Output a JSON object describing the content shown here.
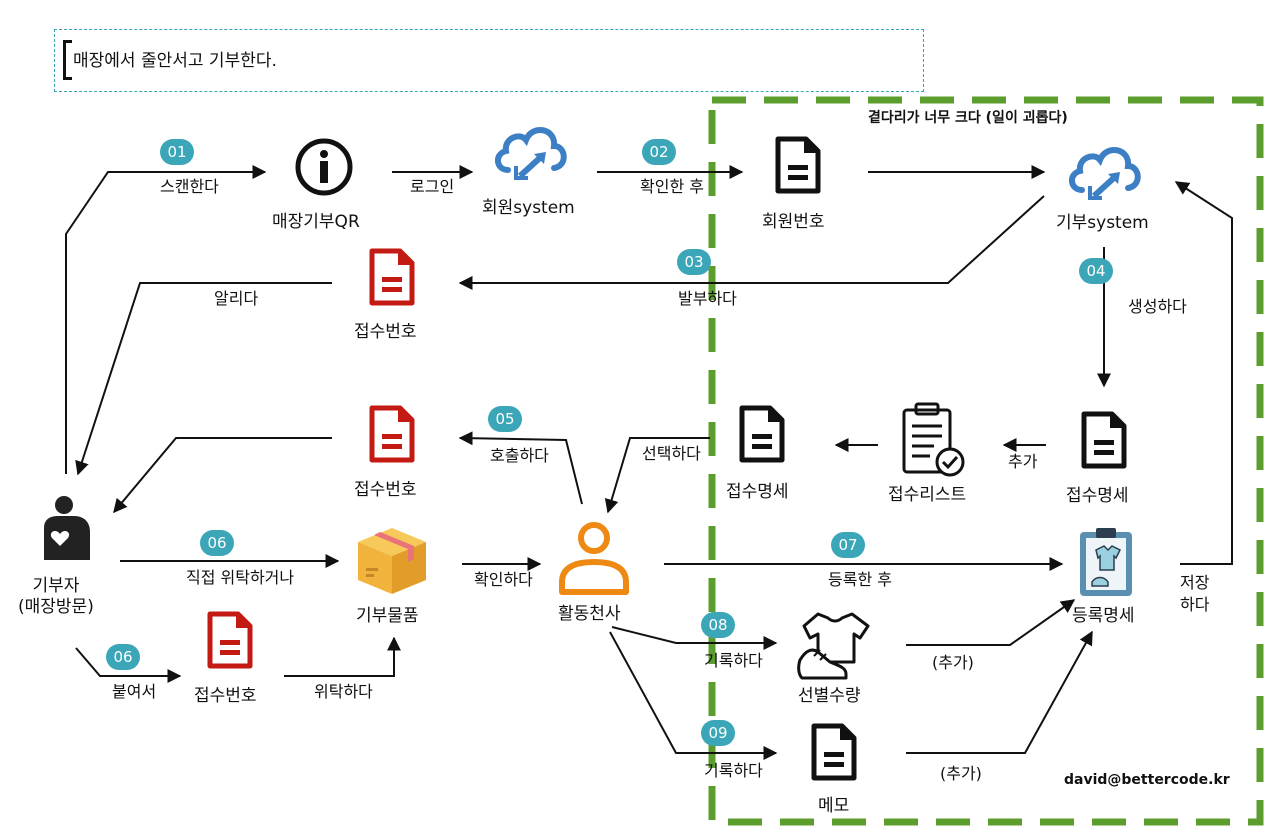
{
  "title": "매장에서 줄안서고 기부한다.",
  "group_label": "곁다리가 너무 크다 (일이 괴롭다)",
  "credit": "david@bettercode.kr",
  "steps": {
    "s01": "01",
    "s02": "02",
    "s03": "03",
    "s04": "04",
    "s05": "05",
    "s06a": "06",
    "s06b": "06",
    "s07": "07",
    "s08": "08",
    "s09": "09"
  },
  "nodes": {
    "qr": "매장기부QR",
    "member_system": "회원system",
    "member_number": "회원번호",
    "donation_system": "기부system",
    "receipt_top": "접수번호",
    "receipt_mid": "접수번호",
    "receipt_bottom": "접수번호",
    "receipt_detail_left": "접수명세",
    "receipt_list": "접수리스트",
    "receipt_detail_right": "접수명세",
    "donor": "기부자\n(매장방문)",
    "donation_goods": "기부물품",
    "volunteer": "활동천사",
    "registration_detail": "등록명세",
    "sorted_quantity": "선별수량",
    "memo": "메모"
  },
  "edges": {
    "scan": "스캔한다",
    "login": "로그인",
    "after_confirm": "확인한 후",
    "issue": "발부하다",
    "notify": "알리다",
    "generate": "생성하다",
    "add": "추가",
    "select": "선택하다",
    "call": "호출하다",
    "direct": "직접 위탁하거나",
    "attach": "붙여서",
    "entrust": "위탁하다",
    "confirm": "확인하다",
    "after_register": "등록한 후",
    "record1": "기록하다",
    "record2": "기록하다",
    "plus1": "(추가)",
    "plus2": "(추가)",
    "save": "저장\n하다"
  },
  "colors": {
    "teal": "#3ba6b8",
    "green": "#5c9e2e",
    "red": "#c41a14",
    "orange": "#ee8a14",
    "blue": "#3d7fc4"
  }
}
